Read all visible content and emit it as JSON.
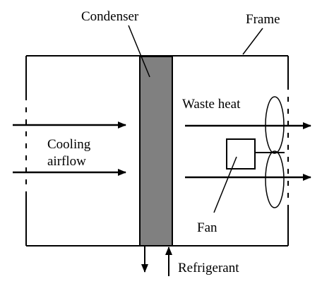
{
  "diagram": {
    "labels": {
      "condenser": "Condenser",
      "frame": "Frame",
      "waste_heat": "Waste heat",
      "cooling_line1": "Cooling",
      "cooling_line2": "airflow",
      "fan": "Fan",
      "refrigerant": "Refrigerant"
    },
    "colors": {
      "line": "#000000",
      "condenser_fill": "#808080",
      "background": "#ffffff"
    }
  }
}
